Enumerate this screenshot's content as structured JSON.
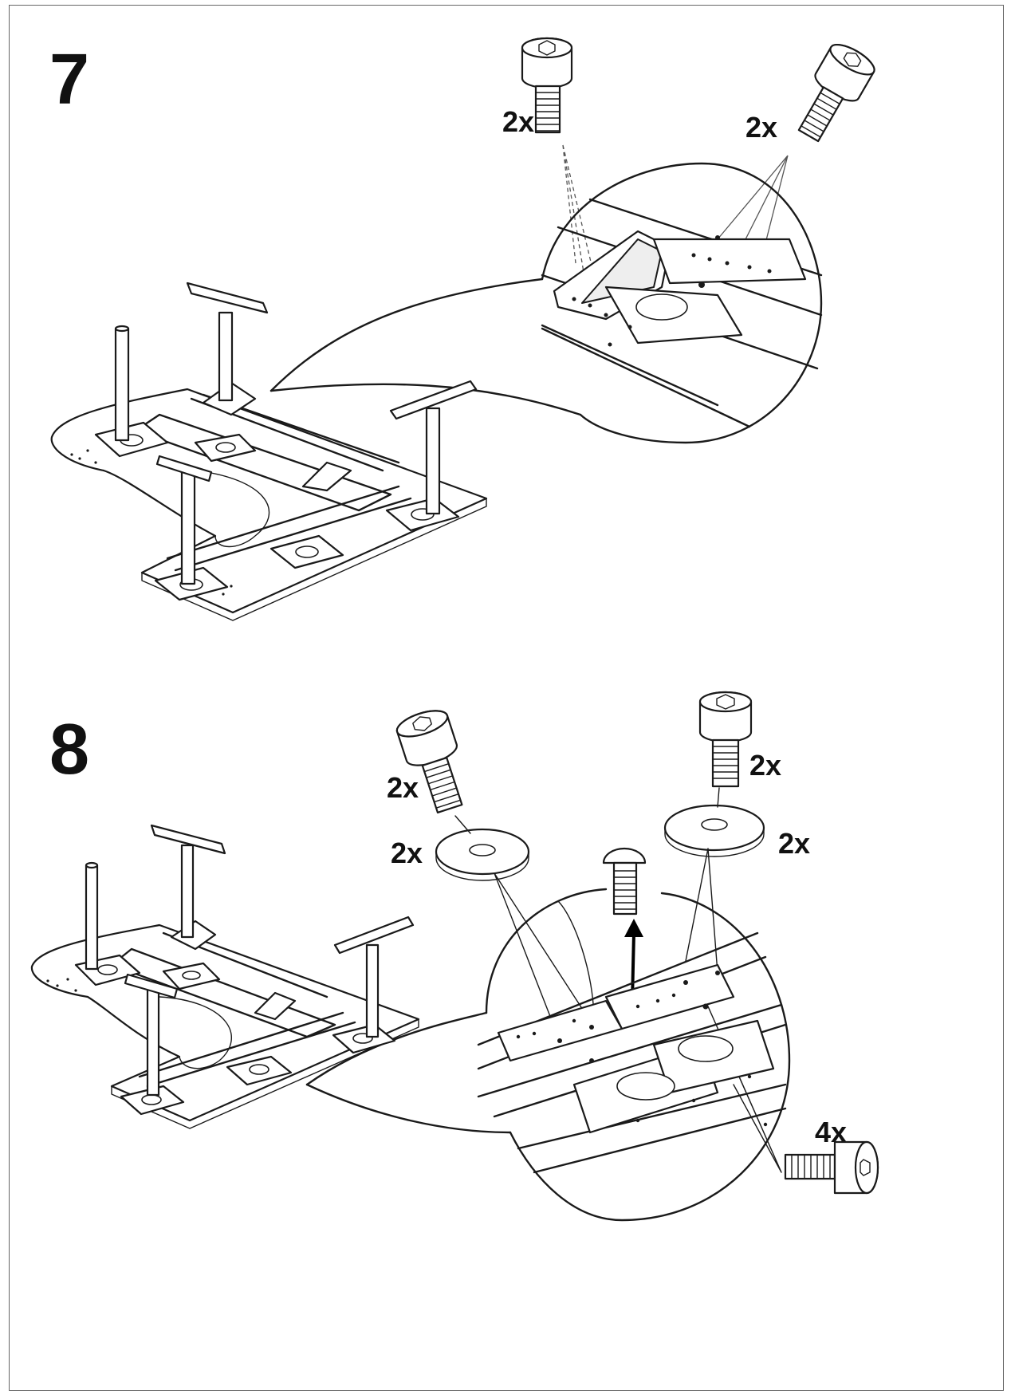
{
  "steps": [
    {
      "number": "7",
      "callouts": [
        {
          "text": "2x",
          "icon": "hex-socket-bolt-icon"
        },
        {
          "text": "2x",
          "icon": "hex-socket-bolt-icon"
        }
      ]
    },
    {
      "number": "8",
      "callouts": [
        {
          "text": "2x",
          "icon": "hex-socket-bolt-icon"
        },
        {
          "text": "2x",
          "icon": "washer-icon"
        },
        {
          "text": "2x",
          "icon": "hex-socket-bolt-icon"
        },
        {
          "text": "2x",
          "icon": "washer-icon"
        },
        {
          "text": "4x",
          "icon": "hex-socket-bolt-icon"
        }
      ]
    }
  ],
  "removed_part_icon": "button-head-screw-icon",
  "colors": {
    "line": "#1a1a1a",
    "paper": "#ffffff"
  }
}
